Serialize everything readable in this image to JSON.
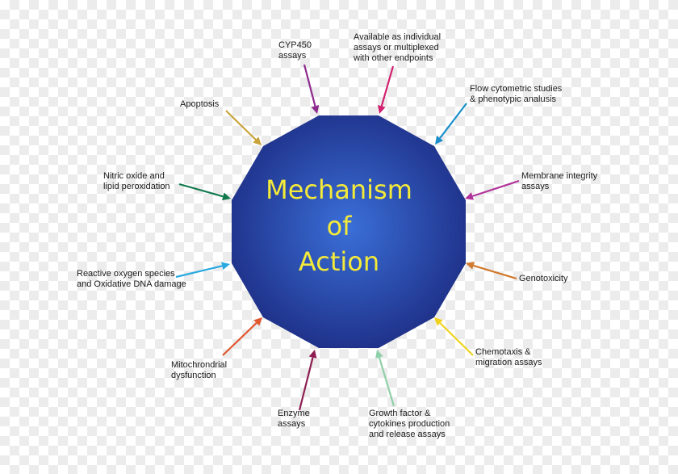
{
  "center": {
    "line1": "Mechanism",
    "line2": "of",
    "line3": "Action",
    "text_color": "#f4ea3a",
    "fill_center": "#3a6fd8",
    "fill_edge": "#1c2a80"
  },
  "labels": {
    "cyp450": "CYP450\nassays",
    "available": "Available as individual\nassays or multiplexed\nwith other endpoints",
    "flow": "Flow cytometric studies\n& phenotypic analusis",
    "apoptosis": "Apoptosis",
    "membrane": "Membrane integrity\nassays",
    "nitric": "Nitric oxide and\nlipid peroxidation",
    "genotoxicity": "Genotoxicity",
    "ros": "Reactive oxygen species\nand Oxidative DNA damage",
    "chemotaxis": "Chemotaxis &\nmigration assays",
    "mito": "Mitochrondrial\ndysfunction",
    "enzyme": "Enzyme\nassays",
    "growth": "Growth factor &\ncytokines production\nand release assays"
  },
  "arrow_colors": {
    "cyp450": "#8e2b8f",
    "available": "#d21f6f",
    "flow": "#1a8fcb",
    "apoptosis": "#c8a33a",
    "membrane": "#b1349a",
    "nitric": "#137a4e",
    "genotoxicity": "#d27a2e",
    "ros": "#2aa9e0",
    "chemotaxis": "#f0d21e",
    "mito": "#e0572e",
    "enzyme": "#8e1f52",
    "growth": "#8fd0a8"
  }
}
